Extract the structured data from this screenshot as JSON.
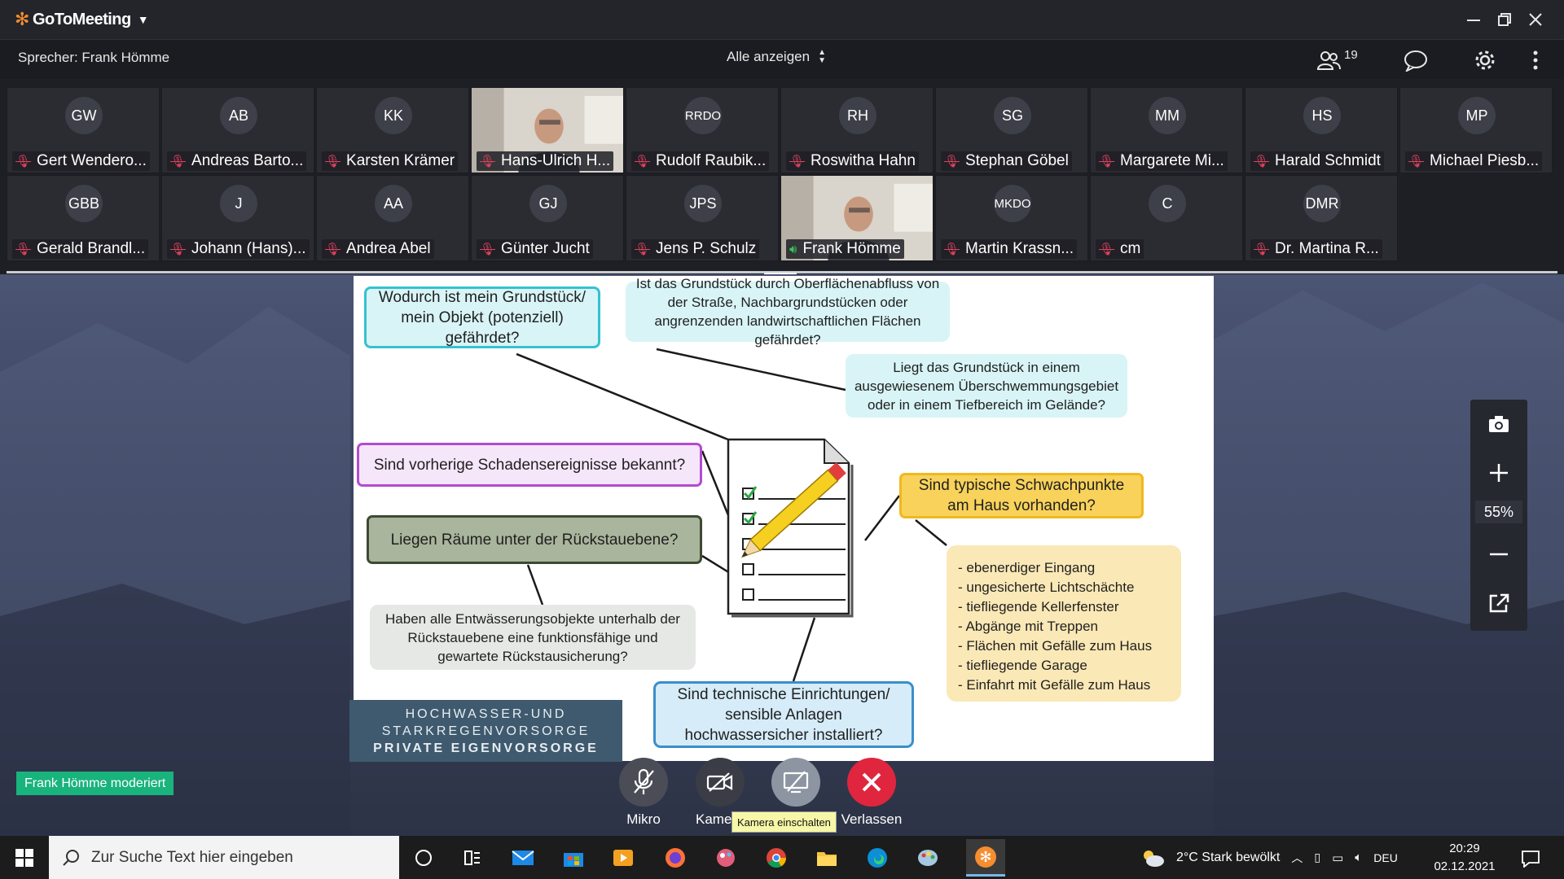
{
  "app": {
    "name": "GoToMeeting"
  },
  "toolbar": {
    "speaker": "Sprecher: Frank Hömme",
    "view_all": "Alle anzeigen",
    "participant_count": "19"
  },
  "participants": [
    {
      "initials": "GW",
      "name": "Gert Wendero...",
      "mic": "muted"
    },
    {
      "initials": "AB",
      "name": "Andreas Barto...",
      "mic": "muted"
    },
    {
      "initials": "KK",
      "name": "Karsten Krämer",
      "mic": "muted"
    },
    {
      "initials": "",
      "name": "Hans-Ulrich H...",
      "mic": "muted",
      "video": true
    },
    {
      "initials": "RRDO",
      "name": "Rudolf Raubik...",
      "mic": "muted"
    },
    {
      "initials": "RH",
      "name": "Roswitha Hahn",
      "mic": "muted"
    },
    {
      "initials": "SG",
      "name": "Stephan Göbel",
      "mic": "muted"
    },
    {
      "initials": "MM",
      "name": "Margarete Mi...",
      "mic": "muted"
    },
    {
      "initials": "HS",
      "name": "Harald Schmidt",
      "mic": "muted"
    },
    {
      "initials": "MP",
      "name": "Michael Piesb...",
      "mic": "muted"
    },
    {
      "initials": "GBB",
      "name": "Gerald Brandl...",
      "mic": "muted"
    },
    {
      "initials": "J",
      "name": "Johann (Hans)...",
      "mic": "muted"
    },
    {
      "initials": "AA",
      "name": "Andrea Abel",
      "mic": "muted"
    },
    {
      "initials": "GJ",
      "name": "Günter Jucht",
      "mic": "muted"
    },
    {
      "initials": "JPS",
      "name": "Jens P. Schulz",
      "mic": "muted"
    },
    {
      "initials": "",
      "name": "Frank Hömme",
      "mic": "speaking",
      "video": true
    },
    {
      "initials": "MKDO",
      "name": "Martin Krassn...",
      "mic": "muted"
    },
    {
      "initials": "C",
      "name": "cm",
      "mic": "muted"
    },
    {
      "initials": "DMR",
      "name": "Dr. Martina R...",
      "mic": "muted"
    }
  ],
  "slide": {
    "q1": "Wodurch ist mein Grundstück/ mein Objekt (potenziell) gefährdet?",
    "a1": "Ist das Grundstück durch Oberflächenabfluss von der Straße, Nachbargrundstücken oder angrenzenden landwirtschaftlichen Flächen gefährdet?",
    "a2": "Liegt das Grundstück in einem ausgewiesenem Überschwemmungsgebiet oder in einem Tiefbereich im Gelände?",
    "q2": "Sind vorherige Schadensereignisse bekannt?",
    "q3": "Liegen Räume unter der Rückstauebene?",
    "a3": "Haben alle Entwässerungsobjekte unterhalb der Rückstauebene eine funktionsfähige und gewartete Rückstausicherung?",
    "q4": "Sind typische Schwachpunkte am Haus vorhanden?",
    "list": [
      "- ebenerdiger Eingang",
      "- ungesicherte Lichtschächte",
      "- tiefliegende Kellerfenster",
      "- Abgänge mit Treppen",
      "- Flächen mit Gefälle zum Haus",
      "- tiefliegende Garage",
      "- Einfahrt mit Gefälle zum Haus"
    ],
    "q5": "Sind technische Einrichtungen/ sensible Anlagen hochwassersicher installiert?",
    "banner1": "HOCHWASSER-UND",
    "banner2": "STARKREGENVORSORGE",
    "banner3": "PRIVATE EIGENVORSORGE"
  },
  "zoom": {
    "level": "55%"
  },
  "bottom": {
    "moderator": "Frank Hömme moderiert",
    "mic_label": "Mikro",
    "camera_label": "Kamera",
    "tooltip": "Kamera einschalten",
    "leave_label": "Verlassen"
  },
  "taskbar": {
    "search_placeholder": "Zur Suche Text hier eingeben",
    "weather": "2°C  Stark bewölkt",
    "language": "DEU",
    "time": "20:29",
    "date": "02.12.2021"
  },
  "colors": {
    "accent": "#f68d2e",
    "muted_mic": "#e0425d",
    "leave": "#e0253e",
    "moderator_badge": "#19b37d"
  }
}
